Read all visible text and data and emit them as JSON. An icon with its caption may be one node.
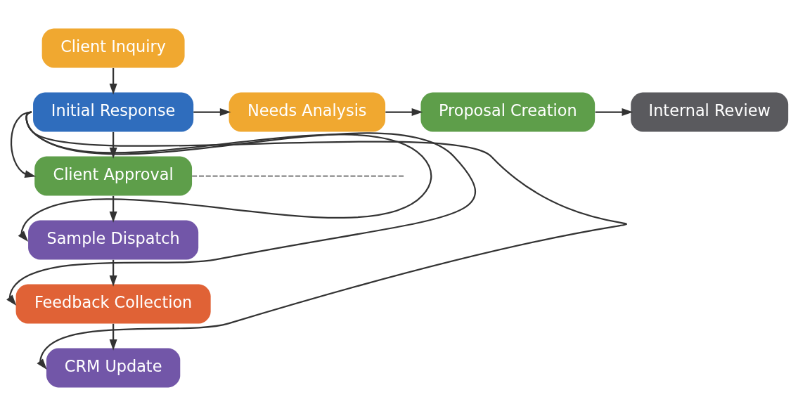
{
  "diagram": {
    "nodes": [
      {
        "text": [
          "Client Inquiry"
        ]
      },
      {
        "text": [
          "Initial Response"
        ]
      },
      {
        "text": [
          "Needs Analysis"
        ]
      },
      {
        "text": [
          "Proposal Creation"
        ]
      },
      {
        "text": [
          "Internal Review"
        ]
      },
      {
        "text": [
          "Client Approval"
        ]
      },
      {
        "text": [
          "Sample Dispatch"
        ]
      },
      {
        "text": [
          "Feedback Collection"
        ]
      },
      {
        "text": [
          "CRM Update"
        ]
      }
    ],
    "edges": [
      {
        "from": 0,
        "to": 1,
        "arrow": "to"
      },
      {
        "from": 1,
        "to": 2,
        "arrow": "to"
      },
      {
        "from": 2,
        "to": 3,
        "arrow": "to"
      },
      {
        "from": 3,
        "to": 4,
        "arrow": "to"
      },
      {
        "from": 1,
        "to": 5,
        "arrow": "to"
      },
      {
        "from": 5,
        "to": 6,
        "arrow": "to"
      },
      {
        "from": 6,
        "to": 7,
        "arrow": "to"
      },
      {
        "from": 7,
        "to": 8,
        "arrow": "to"
      },
      {
        "from": 1,
        "to": 5,
        "arrow": "to"
      },
      {
        "from": 1,
        "to": 6,
        "arrow": "to"
      },
      {
        "from": 1,
        "to": 7,
        "arrow": "to"
      },
      {
        "from": 1,
        "to": 8,
        "arrow": "to"
      },
      {
        "from": 5,
        "to": null,
        "arrow": "none",
        "style": "dashed",
        "color": "#888888"
      }
    ]
  }
}
